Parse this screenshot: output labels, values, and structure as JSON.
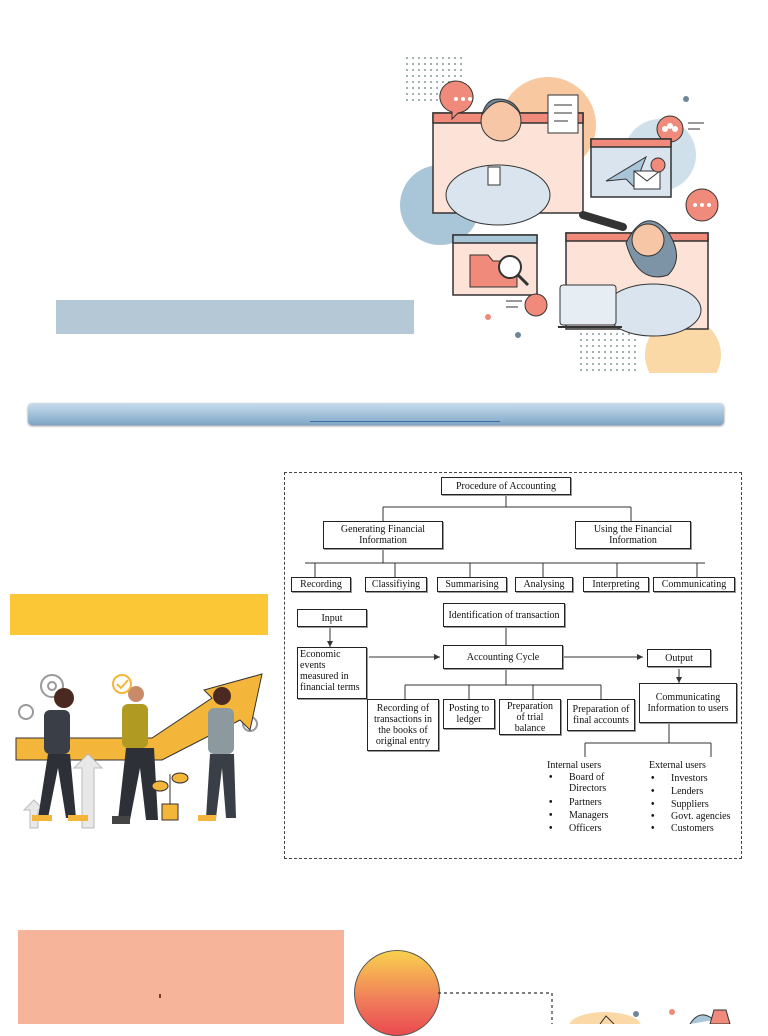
{
  "diagram": {
    "root": "Procedure of Accounting",
    "branch_left": "Generating Financial Information",
    "branch_right": "Using the Financial Information",
    "steps": [
      "Recording",
      "Classifiying",
      "Summarising",
      "Analysing",
      "Interpreting",
      "Communicating"
    ],
    "input": "Input",
    "economic_events": "Economic events measured in financial terms",
    "identification": "Identification of transaction",
    "accounting_cycle": "Accounting Cycle",
    "output": "Output",
    "communicating_info": "Communicating Information to users",
    "cycle_steps": [
      "Recording of transactions in the books of original entry",
      "Posting to ledger",
      "Preparation of trial balance",
      "Preparation of final accounts"
    ],
    "internal_users": {
      "title": "Internal users",
      "items": [
        "Board of Directors",
        "Partners",
        "Managers",
        "Officers"
      ]
    },
    "external_users": {
      "title": "External users",
      "items": [
        "Investors",
        "Lenders",
        "Suppliers",
        "Govt. agencies",
        "Customers"
      ]
    }
  },
  "colors": {
    "title_bar": "#b5c8d5",
    "blue_bar": "#9fbfd8",
    "yellow_bar": "#fcc737",
    "salmon_box": "#f6b49a",
    "illustration_accent": "#f4b63a"
  },
  "illustrations": [
    "two-people-video-call-illustration",
    "team-growth-arrow-illustration"
  ]
}
